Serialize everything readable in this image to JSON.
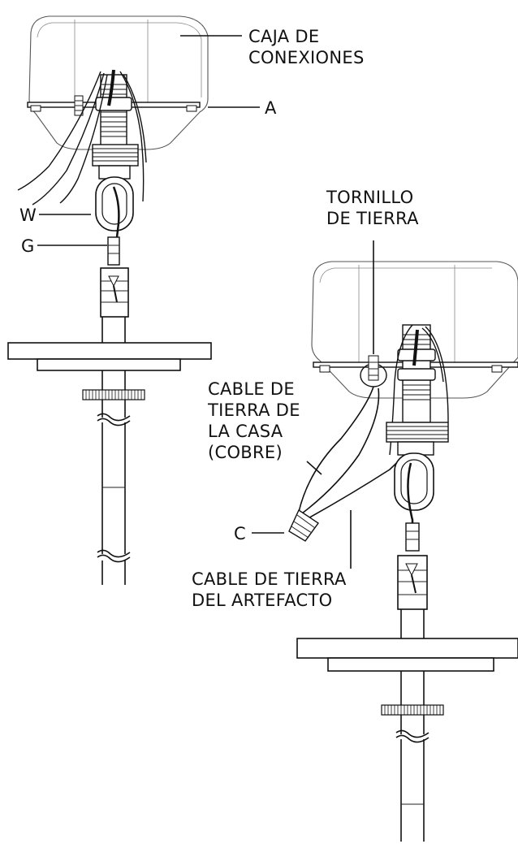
{
  "labels": {
    "junction_box_line1": "CAJA DE",
    "junction_box_line2": "CONEXIONES",
    "a": "A",
    "w": "W",
    "g": "G",
    "ground_screw_line1": "TORNILLO",
    "ground_screw_line2": "DE TIERRA",
    "house_ground_line1": "CABLE DE",
    "house_ground_line2": "TIERRA DE",
    "house_ground_line3": "LA CASA",
    "house_ground_line4": "(COBRE)",
    "c": "C",
    "fixture_ground_line1": "CABLE DE TIERRA",
    "fixture_ground_line2": "DEL ARTEFACTO"
  }
}
